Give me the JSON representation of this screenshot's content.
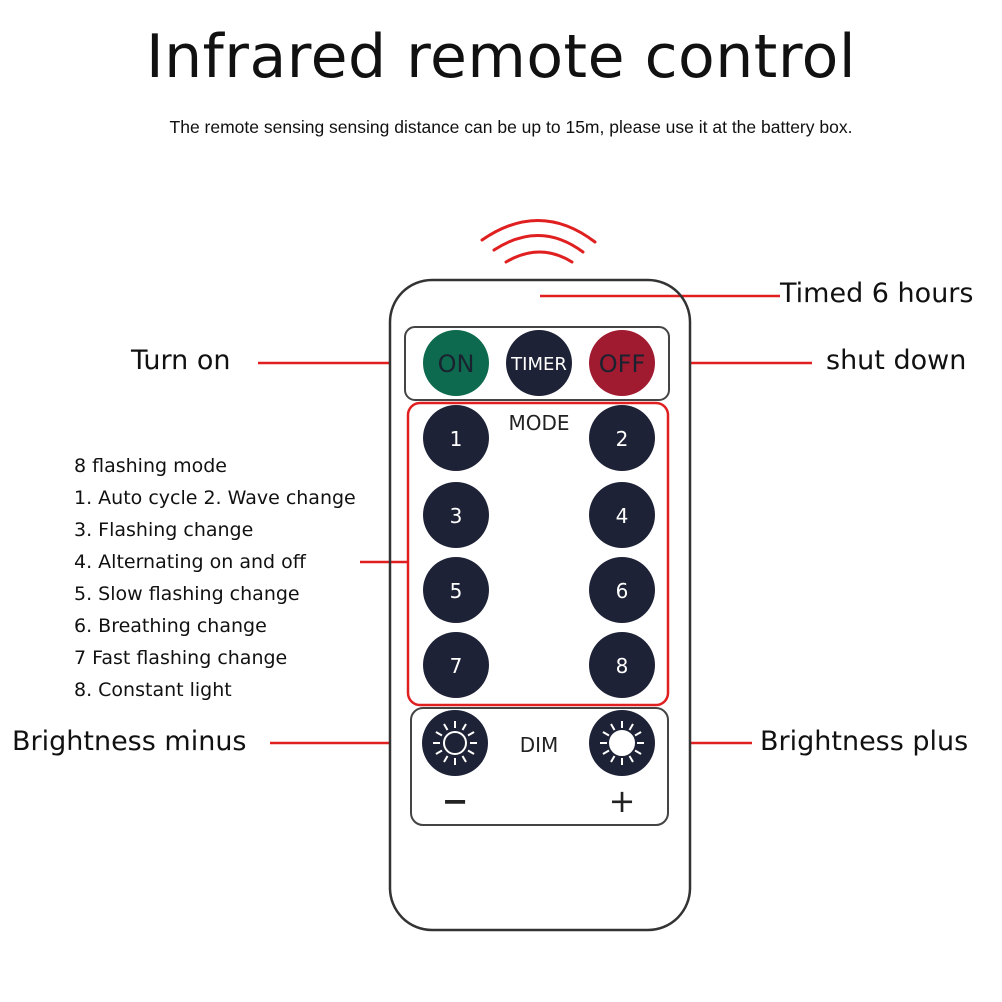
{
  "title": "Infrared remote control",
  "subtitle": "The remote sensing sensing distance can be up to 15m, please use it at the battery box.",
  "callouts": {
    "timer": "Timed 6 hours",
    "on": "Turn on",
    "off": "shut down",
    "brightness_minus": "Brightness minus",
    "brightness_plus": "Brightness plus"
  },
  "modes": {
    "heading": "8 flashing mode",
    "items": [
      "1. Auto cycle 2. Wave change",
      "3. Flashing change",
      "4. Alternating on and off",
      "5. Slow flashing change",
      "6. Breathing change",
      "7 Fast flashing change",
      "8. Constant light"
    ]
  },
  "remote": {
    "on_label": "ON",
    "timer_label": "TIMER",
    "off_label": "OFF",
    "mode_label": "MODE",
    "mode_buttons": [
      "1",
      "2",
      "3",
      "4",
      "5",
      "6",
      "7",
      "8"
    ],
    "dim_label": "DIM",
    "minus": "−",
    "plus": "+"
  },
  "colors": {
    "accent_red": "#e02020",
    "on_green": "#0e6a4e",
    "off_red": "#a01a30",
    "button_dark": "#1e2236"
  }
}
